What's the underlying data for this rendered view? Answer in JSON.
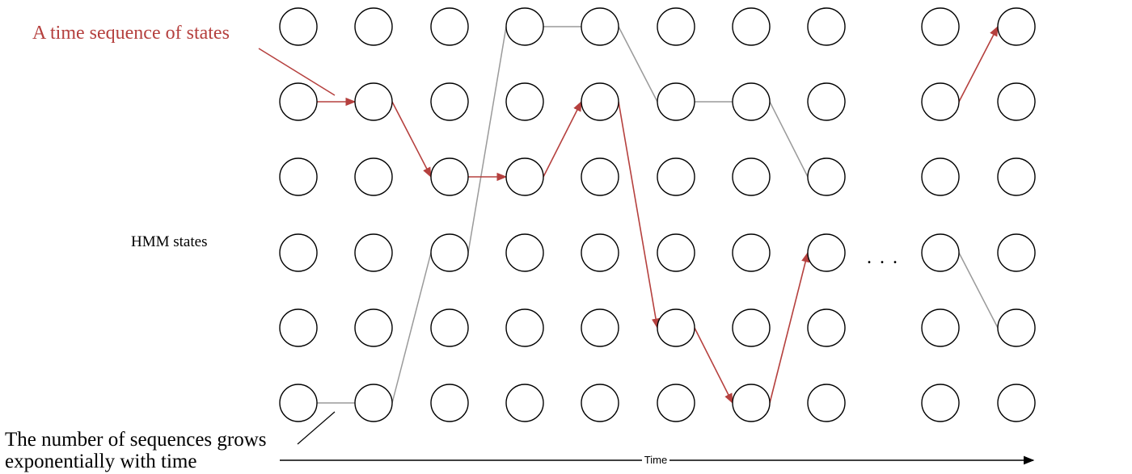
{
  "annotations": {
    "sequence_label": "A time sequence of states",
    "hmm_label": "HMM states",
    "growth_line1": "The number of sequences grows",
    "growth_line2": "exponentially with time",
    "time_axis_label": "Time",
    "ellipsis": ". . ."
  },
  "grid": {
    "columns": 10,
    "rows": 6,
    "gap_after_column": 8
  },
  "colors": {
    "highlight_path": "#b5403e",
    "alternate_path": "#9a9a9a",
    "node_stroke": "#000000"
  },
  "highlighted_sequence": [
    {
      "col": 0,
      "row": 1
    },
    {
      "col": 1,
      "row": 1
    },
    {
      "col": 2,
      "row": 2
    },
    {
      "col": 3,
      "row": 2
    },
    {
      "col": 4,
      "row": 1
    },
    {
      "col": 5,
      "row": 4
    },
    {
      "col": 6,
      "row": 5
    },
    {
      "col": 7,
      "row": 3
    }
  ],
  "highlighted_tail": [
    {
      "col": 8,
      "row": 1
    },
    {
      "col": 9,
      "row": 0
    }
  ],
  "alternate_sequence": [
    {
      "col": 0,
      "row": 5
    },
    {
      "col": 1,
      "row": 5
    },
    {
      "col": 2,
      "row": 3
    },
    {
      "col": 3,
      "row": 0
    },
    {
      "col": 4,
      "row": 0
    },
    {
      "col": 5,
      "row": 1
    },
    {
      "col": 6,
      "row": 1
    },
    {
      "col": 7,
      "row": 2
    }
  ],
  "alternate_tail": [
    {
      "col": 8,
      "row": 3
    },
    {
      "col": 9,
      "row": 4
    }
  ]
}
